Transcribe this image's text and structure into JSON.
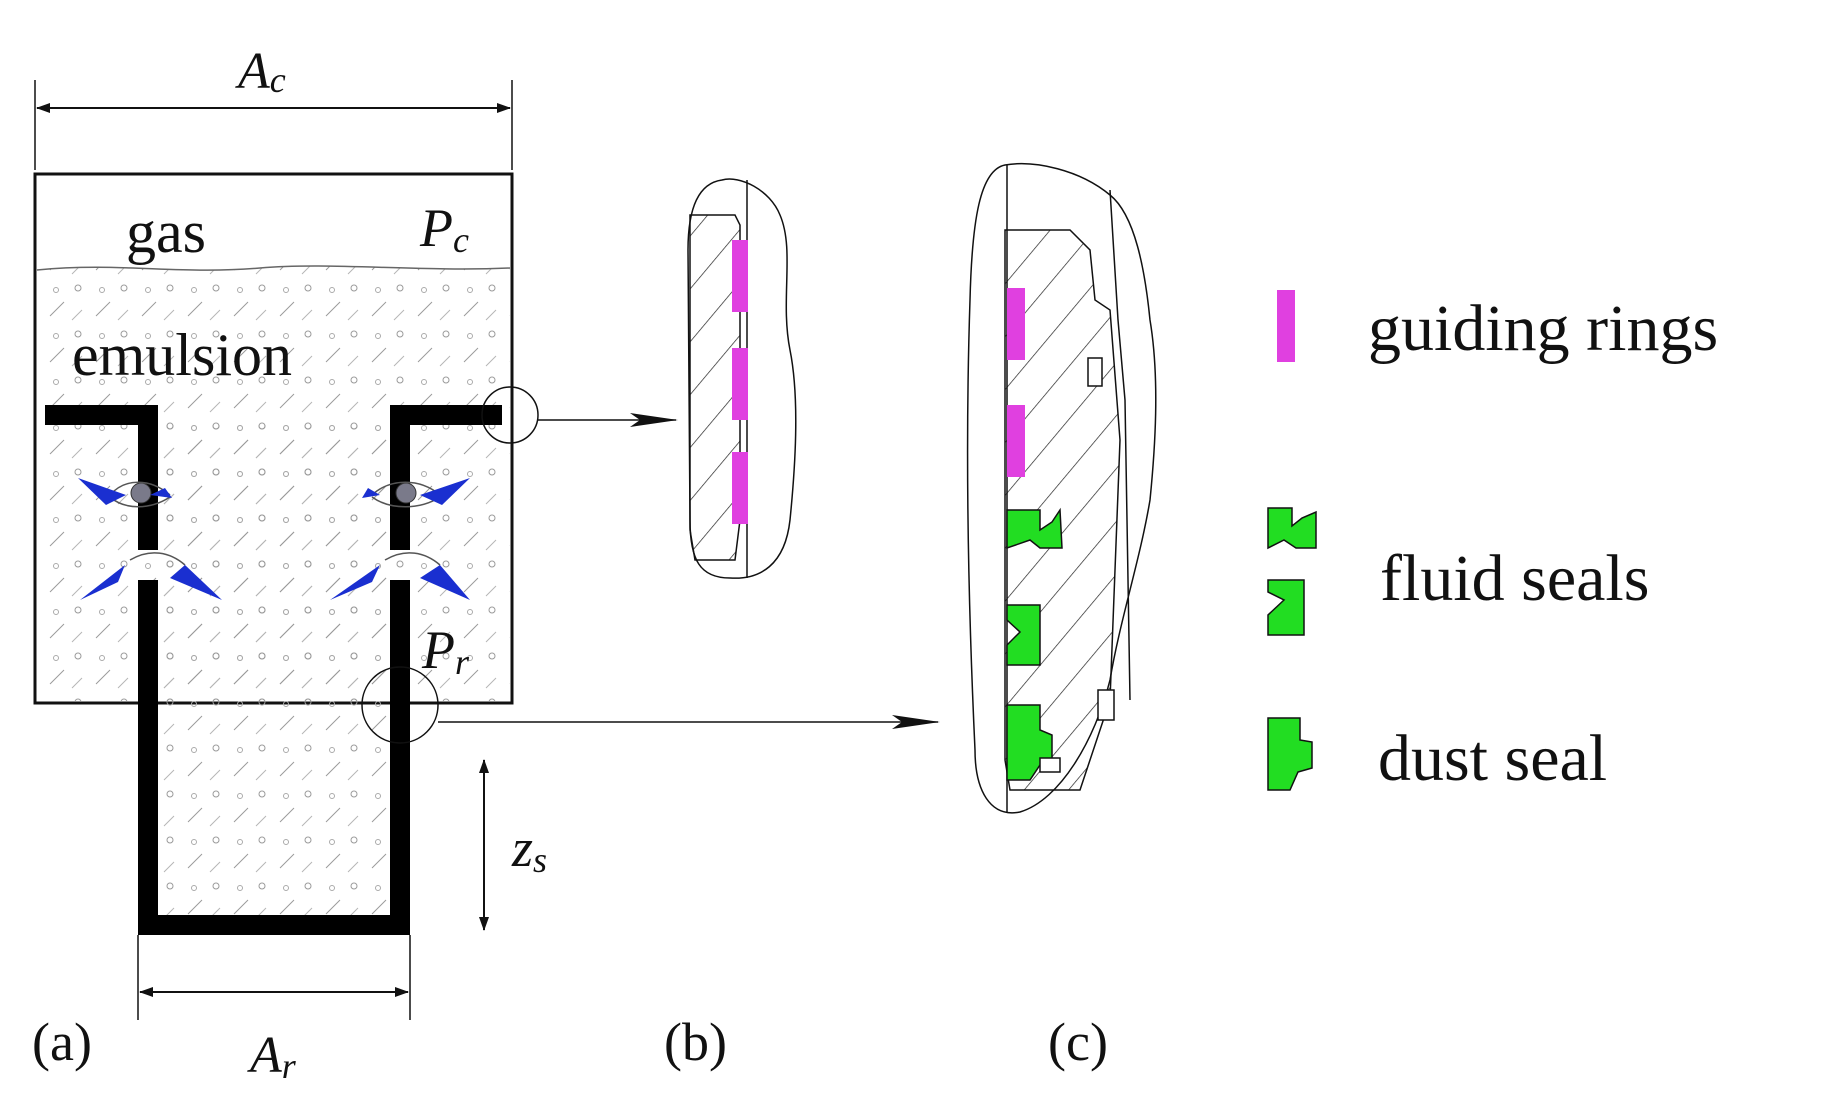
{
  "panel_a": {
    "dim_top": "Ac",
    "dim_top_sub": "c",
    "dim_bottom": "Ar",
    "dim_bottom_sub": "r",
    "gas_label": "gas",
    "emulsion_label": "emulsion",
    "pressure_chamber": "Pc",
    "pressure_chamber_sub": "c",
    "pressure_rod": "Pr",
    "pressure_rod_sub": "r",
    "stroke": "zs",
    "stroke_sub": "s",
    "caption": "(a)"
  },
  "panel_b": {
    "caption": "(b)"
  },
  "panel_c": {
    "caption": "(c)"
  },
  "legend": {
    "items": [
      {
        "label": "guiding rings",
        "color": "#e040e0"
      },
      {
        "label": "fluid seals",
        "color": "#22dd22"
      },
      {
        "label": "dust seal",
        "color": "#22dd22"
      }
    ]
  },
  "colors": {
    "guide_ring": "#e040e0",
    "seal": "#22dd22",
    "flow_arrow": "#1a2fd0",
    "line": "#111111"
  }
}
